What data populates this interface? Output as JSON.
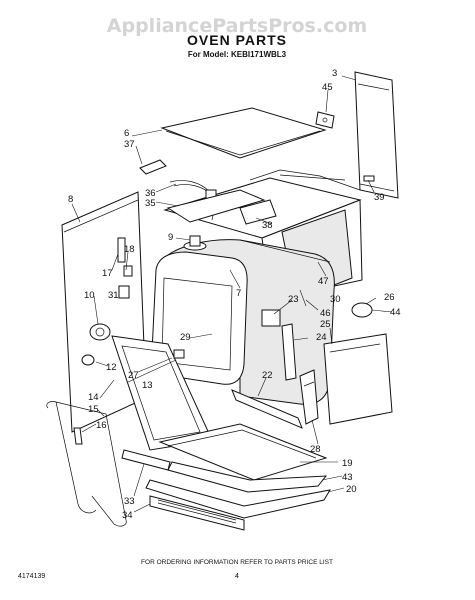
{
  "watermark": "AppliancePartsPros.com",
  "title": "OVEN PARTS",
  "subtitle": "For Model: KEBI171WBL3",
  "footer_note": "FOR ORDERING INFORMATION REFER TO PARTS PRICE LIST",
  "doc_number": "4174139",
  "page_number": "4",
  "callouts": [
    "3",
    "45",
    "6",
    "37",
    "39",
    "8",
    "36",
    "35",
    "38",
    "9",
    "18",
    "17",
    "31",
    "7",
    "47",
    "26",
    "10",
    "23",
    "30",
    "44",
    "46",
    "25",
    "29",
    "24",
    "12",
    "27",
    "13",
    "22",
    "14",
    "15",
    "28",
    "16",
    "19",
    "43",
    "33",
    "20",
    "34"
  ]
}
